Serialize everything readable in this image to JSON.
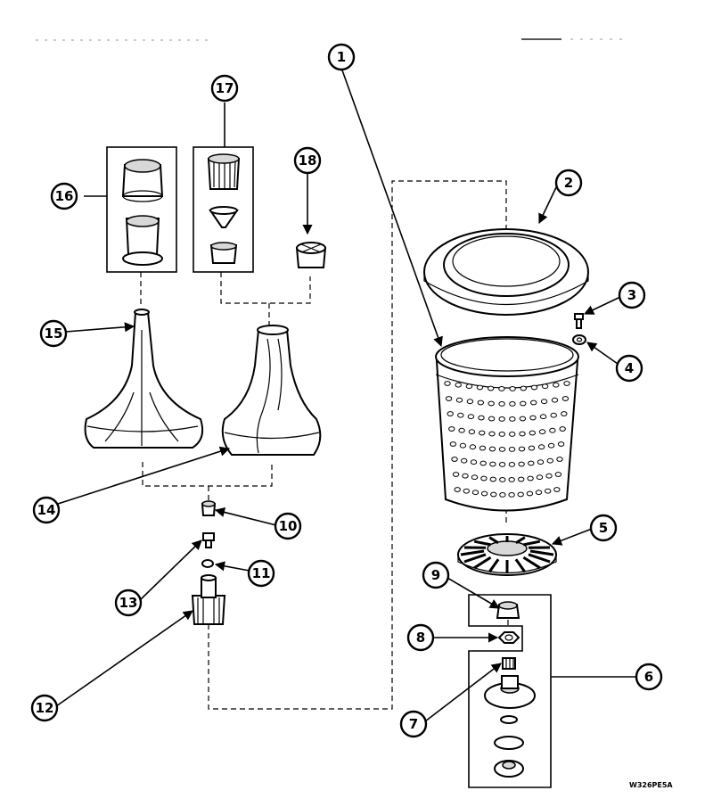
{
  "diagram": {
    "ref_code": "W326PE5A",
    "callouts": [
      {
        "id": "callout-1",
        "label": "1"
      },
      {
        "id": "callout-2",
        "label": "2"
      },
      {
        "id": "callout-3",
        "label": "3"
      },
      {
        "id": "callout-4",
        "label": "4"
      },
      {
        "id": "callout-5",
        "label": "5"
      },
      {
        "id": "callout-6",
        "label": "6"
      },
      {
        "id": "callout-7",
        "label": "7"
      },
      {
        "id": "callout-8",
        "label": "8"
      },
      {
        "id": "callout-9",
        "label": "9"
      },
      {
        "id": "callout-10",
        "label": "10"
      },
      {
        "id": "callout-11",
        "label": "11"
      },
      {
        "id": "callout-12",
        "label": "12"
      },
      {
        "id": "callout-13",
        "label": "13"
      },
      {
        "id": "callout-14",
        "label": "14"
      },
      {
        "id": "callout-15",
        "label": "15"
      },
      {
        "id": "callout-16",
        "label": "16"
      },
      {
        "id": "callout-17",
        "label": "17"
      },
      {
        "id": "callout-18",
        "label": "18"
      }
    ]
  }
}
